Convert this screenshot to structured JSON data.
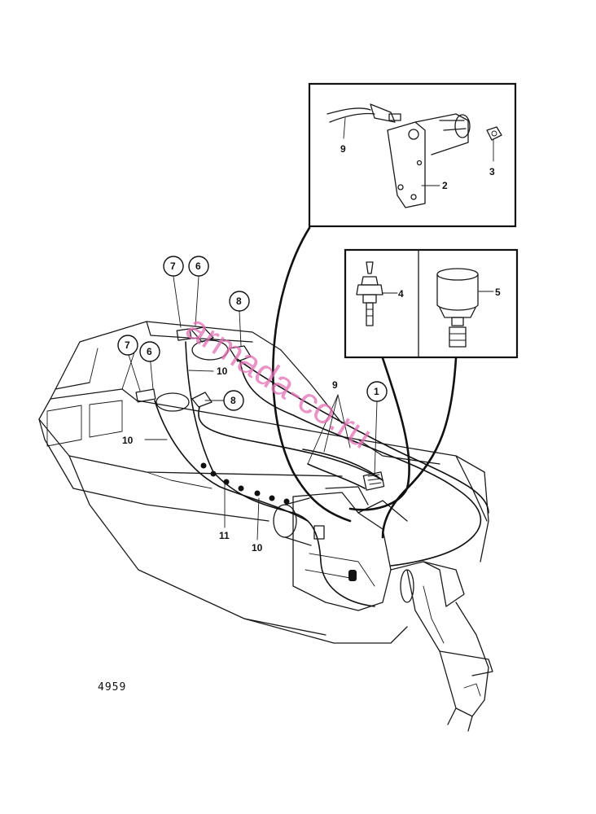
{
  "diagram": {
    "drawing_number": "4959",
    "watermark": "armada-co.ru",
    "callouts": {
      "c1": "1",
      "c2": "2",
      "c3": "3",
      "c4": "4",
      "c5": "5",
      "c6a": "6",
      "c6b": "6",
      "c7a": "7",
      "c7b": "7",
      "c8a": "8",
      "c8b": "8",
      "c9a": "9",
      "c9b": "9",
      "c10a": "10",
      "c10b": "10",
      "c10c": "10",
      "c11": "11"
    }
  }
}
